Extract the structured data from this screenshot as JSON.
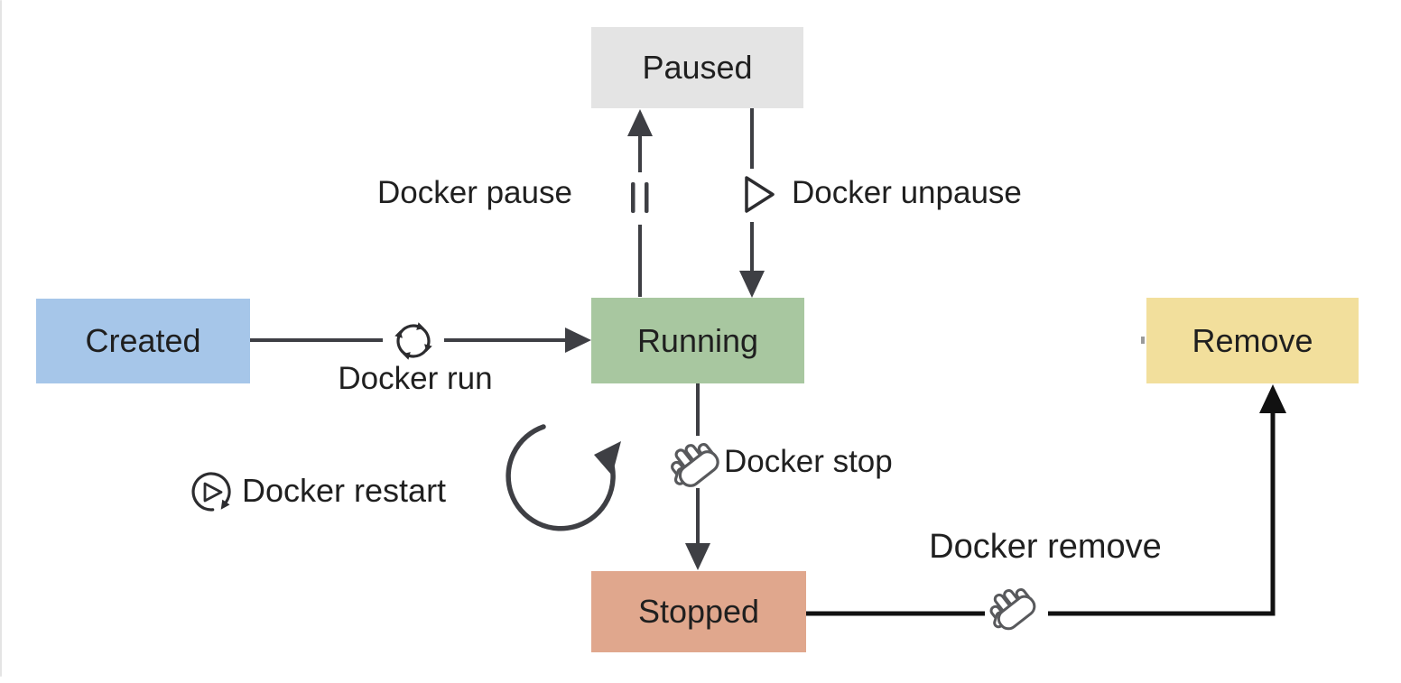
{
  "diagram": {
    "nodes": {
      "created": {
        "label": "Created",
        "color": "#a6c6e9"
      },
      "running": {
        "label": "Running",
        "color": "#a8c7a0"
      },
      "paused": {
        "label": "Paused",
        "color": "#e4e4e4"
      },
      "stopped": {
        "label": "Stopped",
        "color": "#e0a78d"
      },
      "remove": {
        "label": "Remove",
        "color": "#f2df9c"
      }
    },
    "edges": {
      "run": {
        "label": "Docker run",
        "icon": "sync-icon",
        "from": "Created",
        "to": "Running"
      },
      "pause": {
        "label": "Docker pause",
        "icon": "pause-bars-icon",
        "from": "Running",
        "to": "Paused"
      },
      "unpause": {
        "label": "Docker unpause",
        "icon": "play-outline-icon",
        "from": "Paused",
        "to": "Running"
      },
      "stop": {
        "label": "Docker stop",
        "icon": "hand-icon",
        "from": "Running",
        "to": "Stopped"
      },
      "restart": {
        "label": "Docker restart",
        "icon": "restart-play-icon",
        "from": "Running",
        "to": "Running"
      },
      "remove": {
        "label": "Docker remove",
        "icon": "hand-icon",
        "from": "Stopped",
        "to": "Remove"
      }
    },
    "colors": {
      "line": "#3e3f44",
      "remove_line": "#111111",
      "text": "#202020"
    }
  }
}
